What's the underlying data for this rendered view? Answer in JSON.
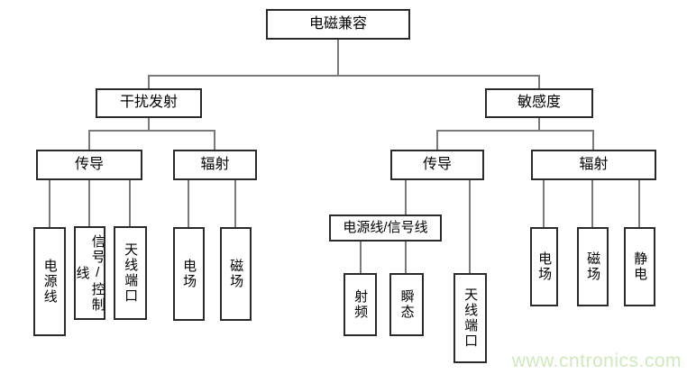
{
  "diagram_title": "电磁兼容",
  "nodes": {
    "root": "电磁兼容",
    "interference_emission": "干扰发射",
    "susceptibility": "敏感度",
    "emission_conducted": "传导",
    "emission_radiated": "辐射",
    "susceptibility_conducted": "传导",
    "susceptibility_radiated": "辐射",
    "power_line": "电源线",
    "signal_control_line": "信号/控制线",
    "antenna_port_emission": "天线端口",
    "electric_field_emission": "电场",
    "magnetic_field_emission": "磁场",
    "power_signal_line": "电源线/信号线",
    "rf": "射频",
    "transient": "瞬态",
    "antenna_port_susceptibility": "天线端口",
    "electric_field_susceptibility": "电场",
    "magnetic_field_susceptibility": "磁场",
    "electrostatic": "静电"
  },
  "hierarchy": {
    "电磁兼容": {
      "干扰发射": {
        "传导": [
          "电源线",
          "信号/控制线",
          "天线端口"
        ],
        "辐射": [
          "电场",
          "磁场"
        ]
      },
      "敏感度": {
        "传导": {
          "电源线/信号线": [
            "射频",
            "瞬态"
          ],
          "天线端口": []
        },
        "辐射": [
          "电场",
          "磁场",
          "静电"
        ]
      }
    }
  },
  "watermark": {
    "text": "www.cntronics.com",
    "color": "#cfe9bd"
  },
  "colors": {
    "background": "#ffffff",
    "box_border": "#2a2a2a",
    "box_fill": "#ffffff",
    "connector": "#7a7a7a",
    "text": "#000000"
  }
}
